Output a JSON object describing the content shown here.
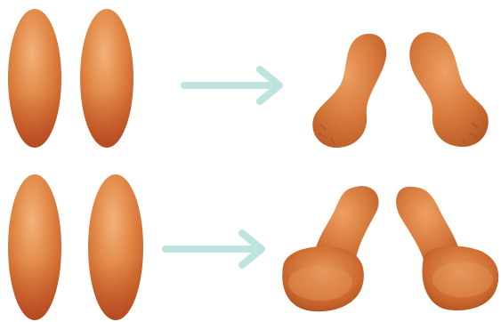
{
  "colors": {
    "background": "#ffffff",
    "arrow": "#bfe3de",
    "shape_light": "#f0a66a",
    "shape_mid": "#d9793a",
    "shape_dark": "#b5501d",
    "shape_edge": "#9c3f14",
    "fold_line": "#b0502a"
  },
  "rows": [
    {
      "name": "top-row",
      "initial_shape": "elongated-oval-pair",
      "final_shape": "bean-pair"
    },
    {
      "name": "bottom-row",
      "initial_shape": "elongated-oval-pair",
      "final_shape": "boot-pair"
    }
  ]
}
